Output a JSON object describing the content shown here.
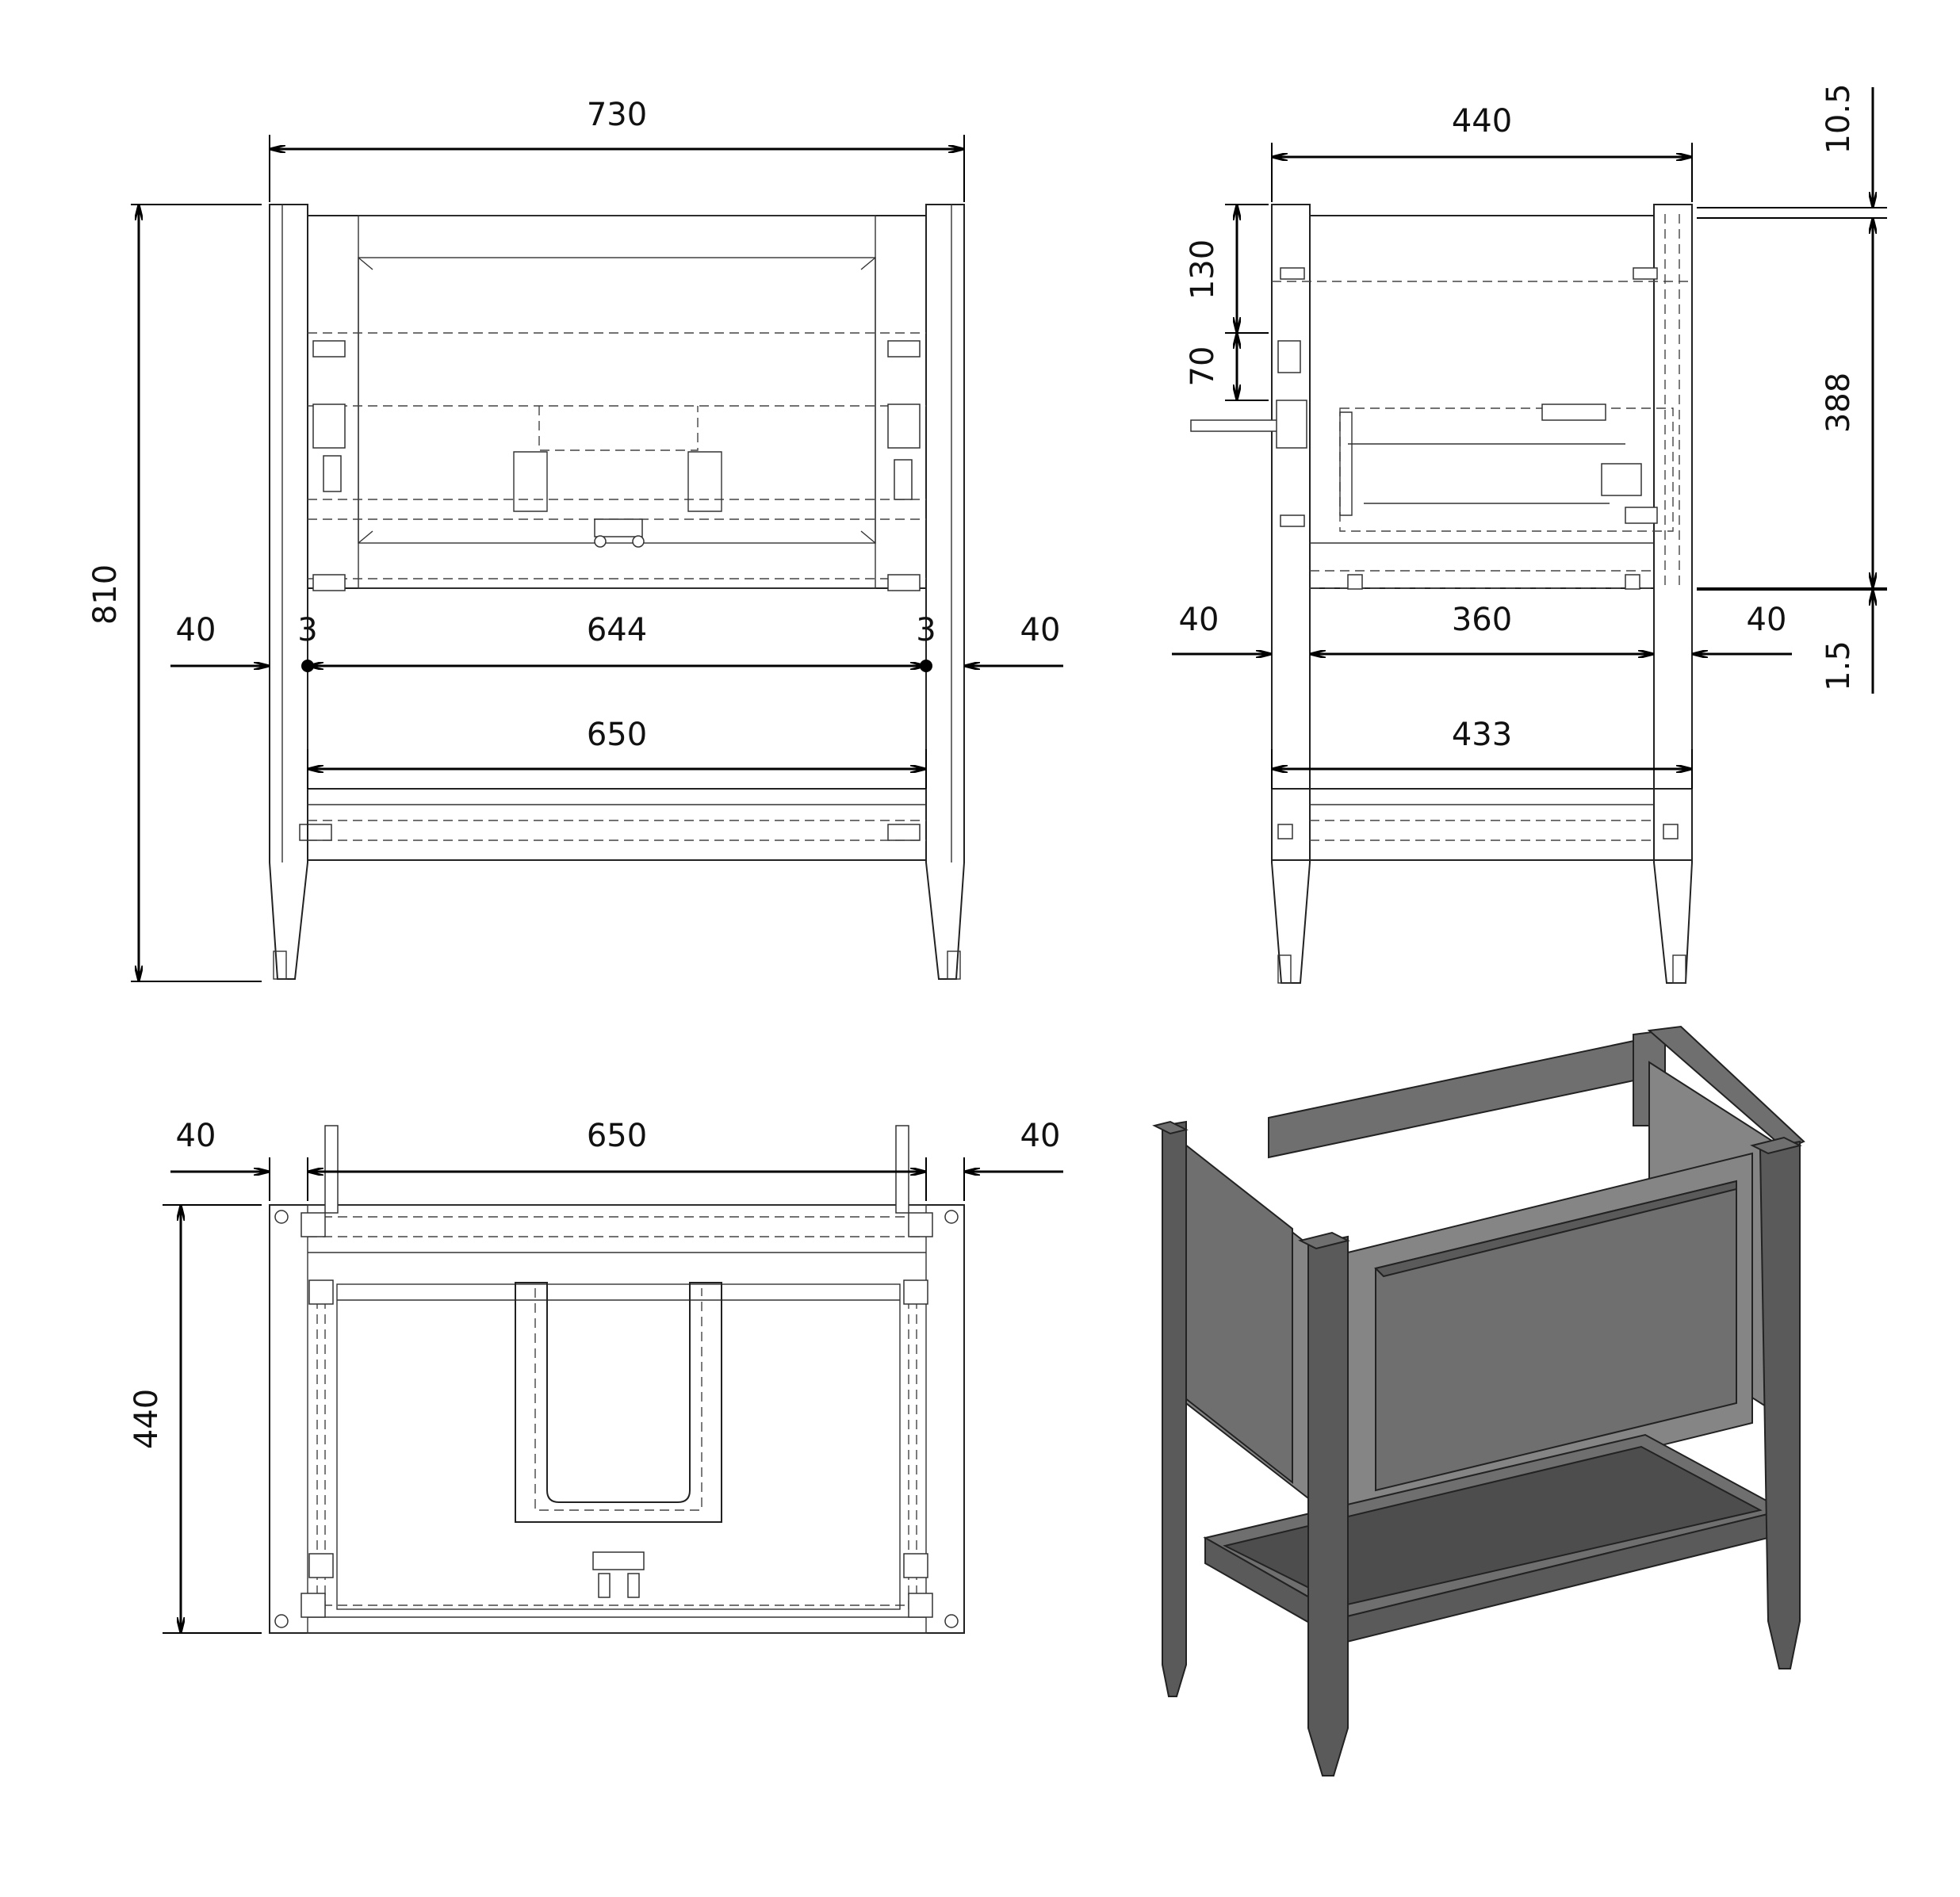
{
  "views": {
    "front": {
      "width_overall": "730",
      "height_overall": "810",
      "leg_left": "40",
      "gap_left": "3",
      "inner_width": "644",
      "gap_right": "3",
      "leg_right": "40",
      "shelf_width": "650"
    },
    "side": {
      "depth_overall": "440",
      "top_offset": "130",
      "drawer_offset": "70",
      "top_thickness": "10.5",
      "side_height": "388",
      "bottom_gap": "1.5",
      "leg_left": "40",
      "inner_depth": "360",
      "leg_right": "40",
      "shelf_depth": "433"
    },
    "top": {
      "leg_left": "40",
      "inner_width": "650",
      "leg_right": "40",
      "depth": "440"
    }
  }
}
